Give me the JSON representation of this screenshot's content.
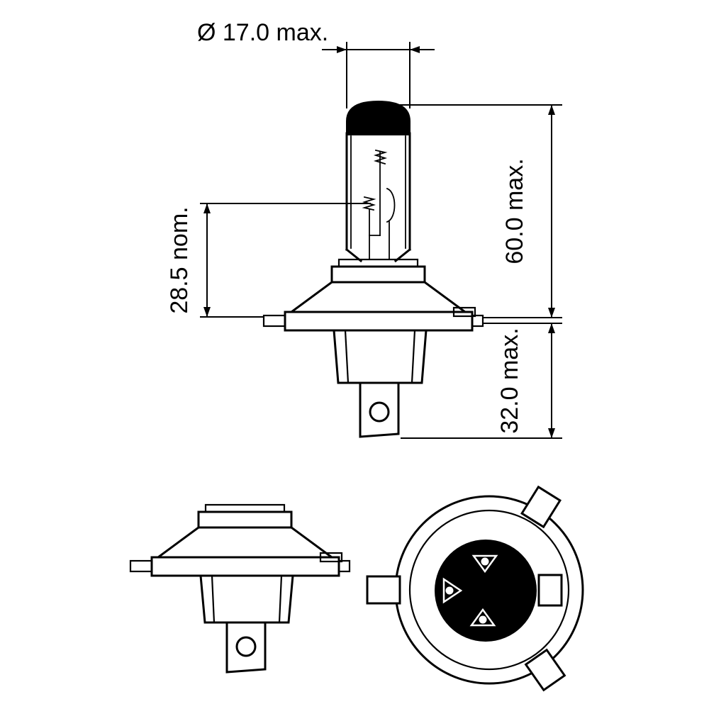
{
  "diagram": {
    "subject": "Halogen headlight bulb dimensional technical drawing (front view, base side view, base rear view)",
    "colors": {
      "line": "#000000",
      "background": "#ffffff"
    },
    "dimensions": {
      "diameter": "Ø 17.0 max.",
      "overall_length": "60.0 max.",
      "light_center_length": "28.5 nom.",
      "base_length": "32.0 max."
    }
  }
}
